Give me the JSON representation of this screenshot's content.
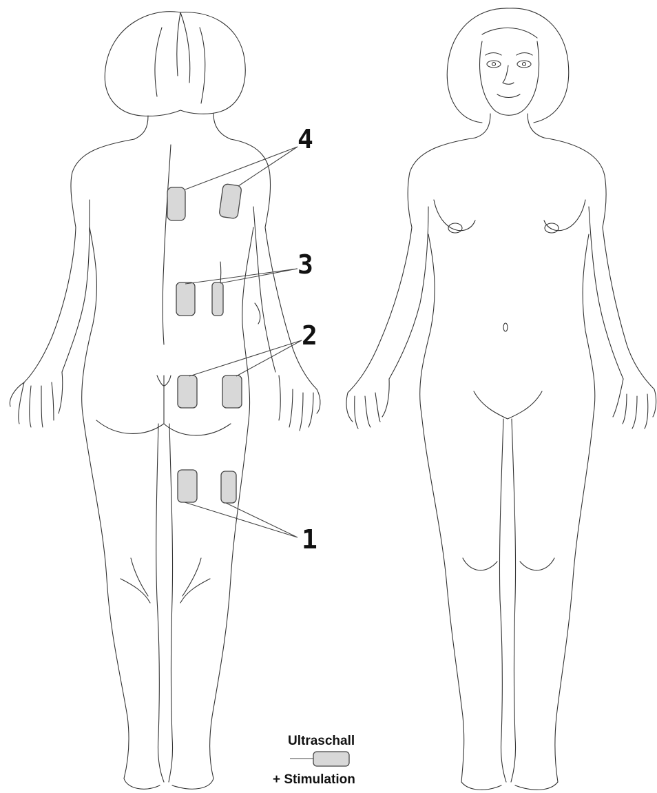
{
  "markers": [
    {
      "label": "4"
    },
    {
      "label": "3"
    },
    {
      "label": "2"
    },
    {
      "label": "1"
    }
  ],
  "legend": {
    "top_label": "Ultraschall",
    "bottom_label": "+ Stimulation"
  },
  "colors": {
    "pad_fill": "#d8d8d8",
    "outline": "#333333"
  }
}
